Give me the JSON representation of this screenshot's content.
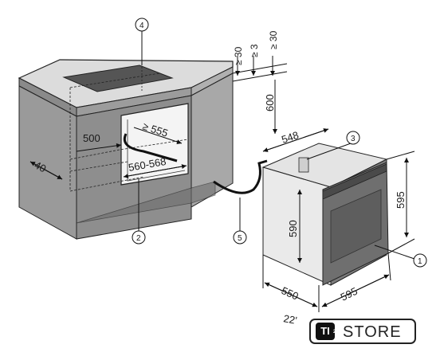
{
  "dimensions": {
    "gap_top_30": "≥ 30",
    "gap_top_3": "≥ 3",
    "gap_top_30b": "≥ 30",
    "height_600": "600",
    "depth_548": "548",
    "niche_depth_555": "≥ 555",
    "niche_depth_500": "500",
    "niche_width": "560-568",
    "side_40": "40",
    "oven_height_595": "595",
    "inner_height_590": "590",
    "depth_550": "550",
    "width_595": "595",
    "front_22": "22'"
  },
  "callouts": [
    "1",
    "2",
    "3",
    "4",
    "5"
  ],
  "logo": {
    "mark": "TI",
    "superscript": "22",
    "text": "STORE"
  }
}
